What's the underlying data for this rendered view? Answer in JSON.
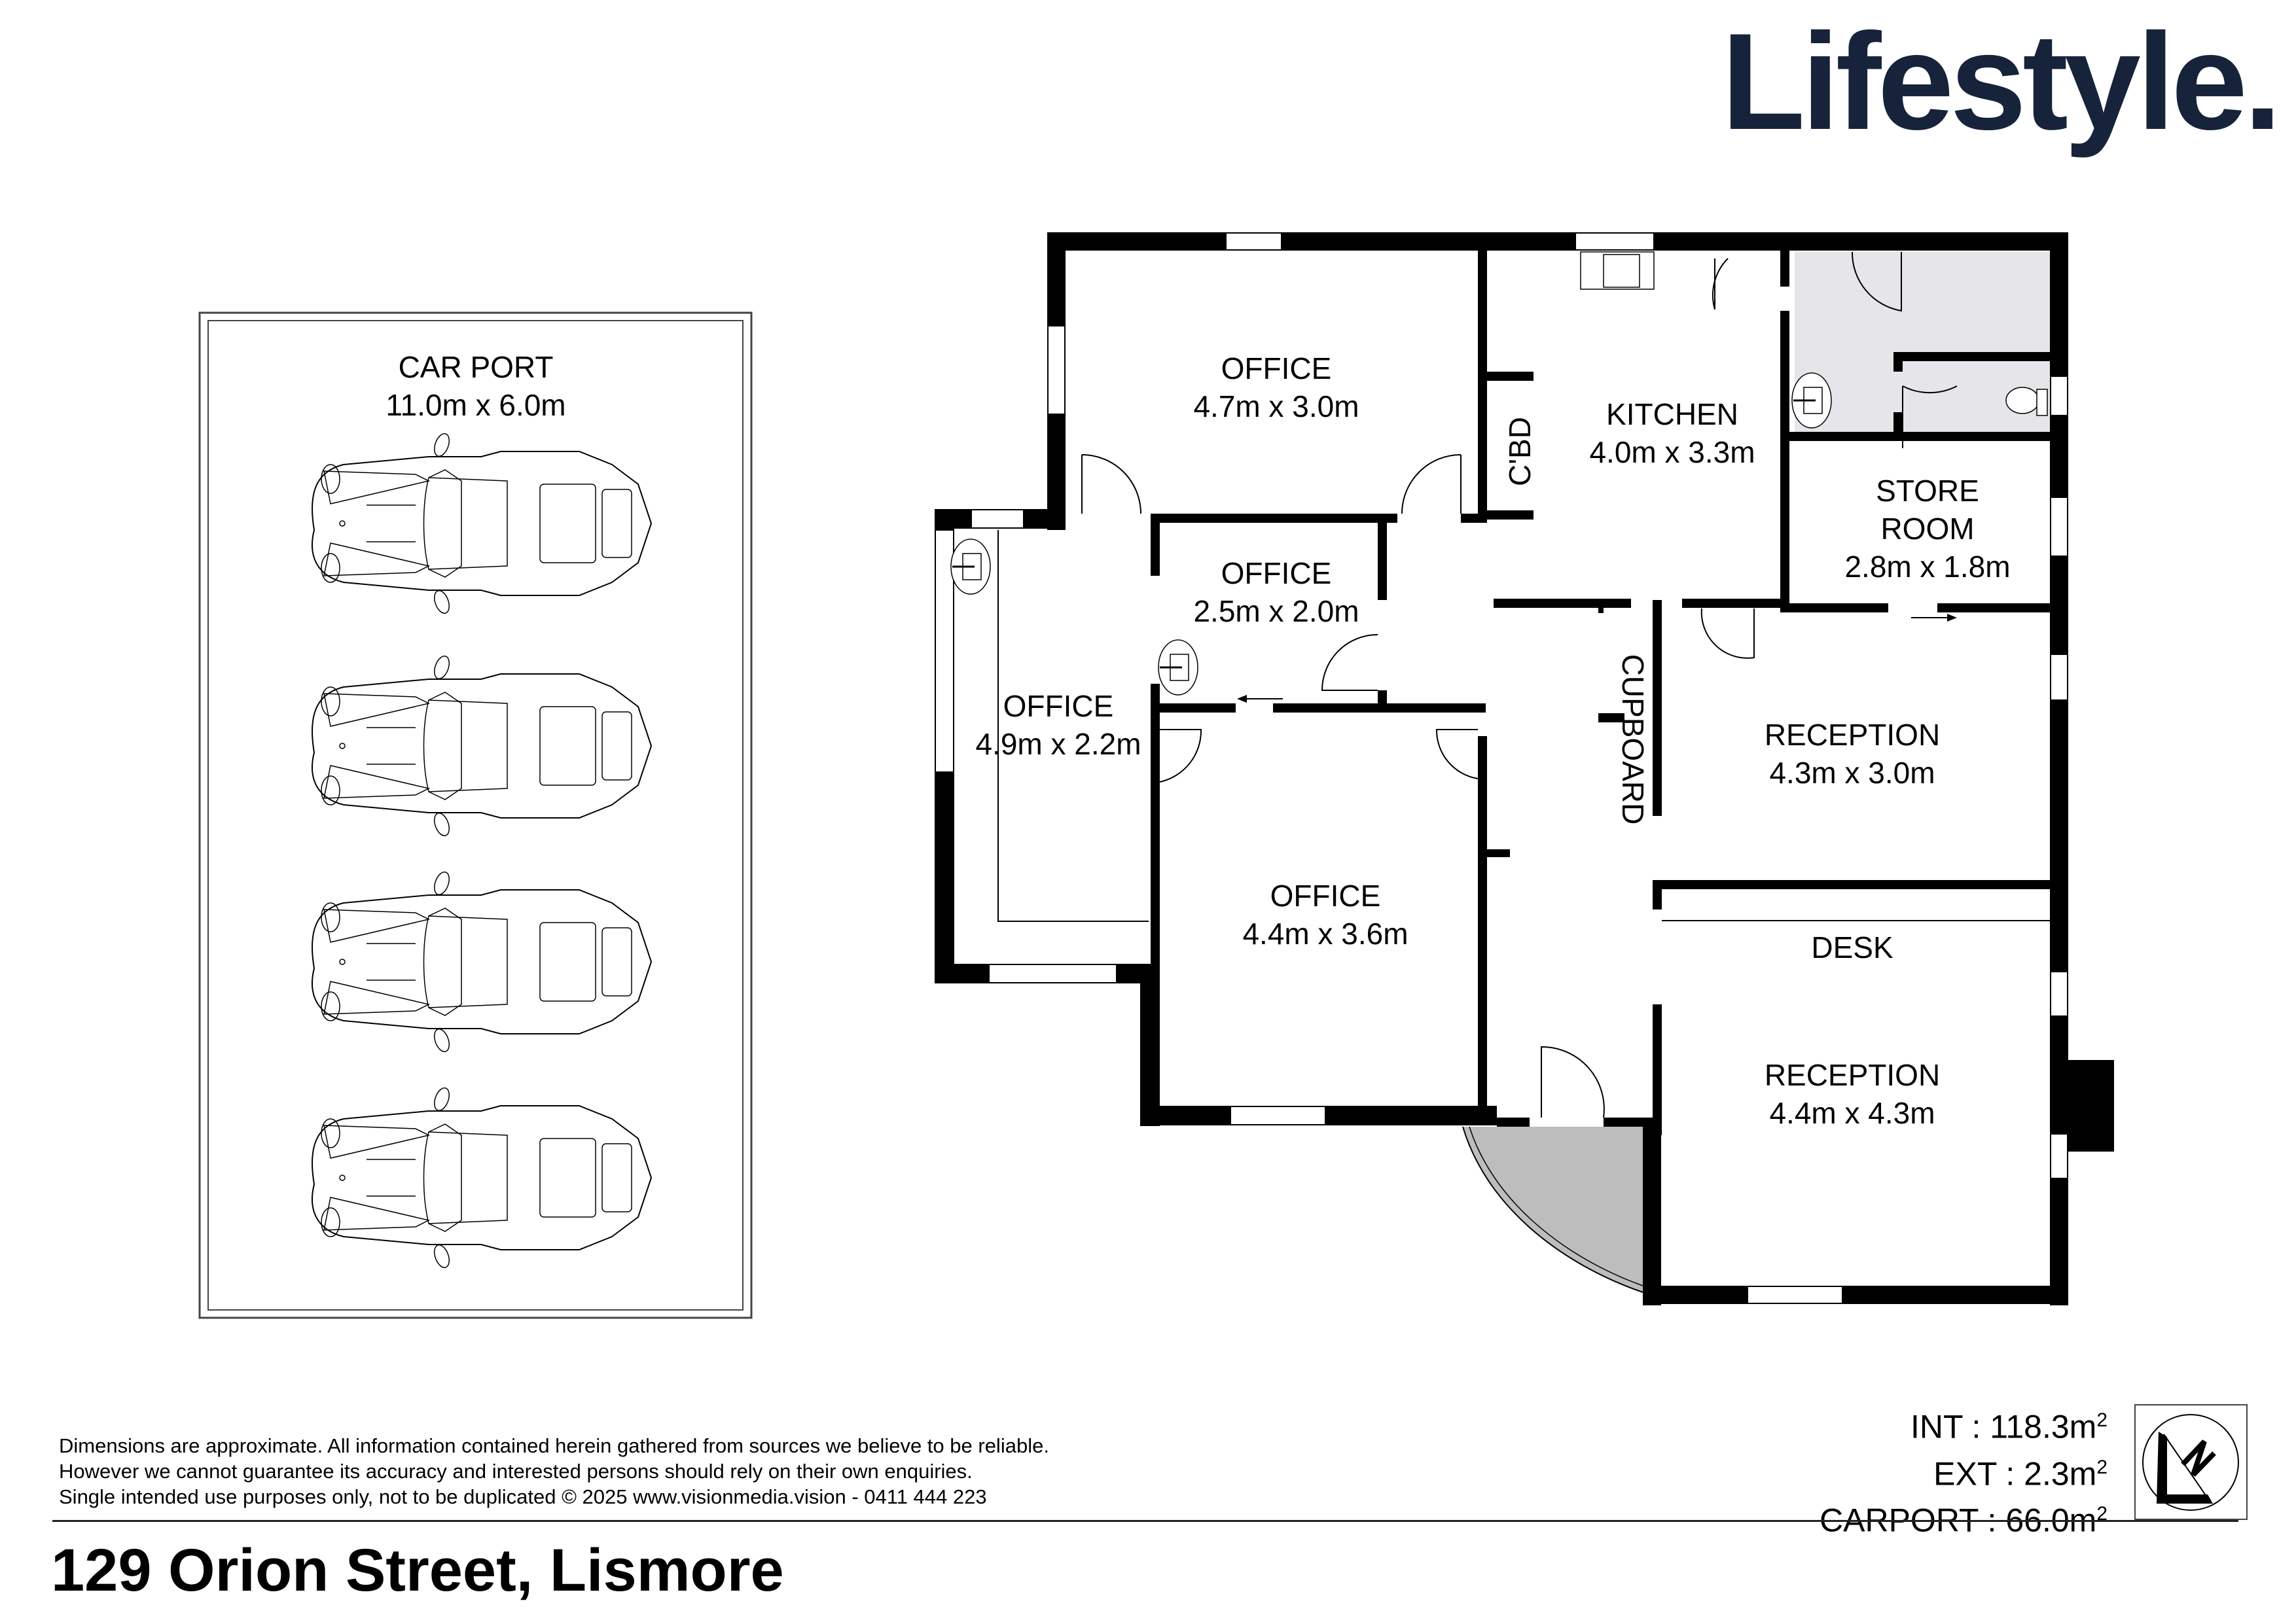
{
  "brand": {
    "logo_text": "Lifestyle.",
    "color": "#16233a"
  },
  "property": {
    "address": "129 Orion Street, Lismore"
  },
  "rooms": [
    {
      "name": "OFFICE",
      "dims": "4.7m x 3.0m"
    },
    {
      "name": "KITCHEN",
      "dims": "4.0m x 3.3m"
    },
    {
      "name": "STORE ROOM",
      "name_line1": "STORE",
      "name_line2": "ROOM",
      "dims": "2.8m x 1.8m"
    },
    {
      "name": "OFFICE",
      "dims": "2.5m x 2.0m"
    },
    {
      "name": "OFFICE",
      "dims": "4.9m x 2.2m"
    },
    {
      "name": "RECEPTION",
      "dims": "4.3m x 3.0m"
    },
    {
      "name": "OFFICE",
      "dims": "4.4m x 3.6m"
    },
    {
      "name": "RECEPTION",
      "dims": "4.4m x 4.3m"
    }
  ],
  "fixtures": {
    "cbd": "C'BD",
    "cupboard": "CUPBOARD",
    "desk": "DESK"
  },
  "carport": {
    "name": "CAR PORT",
    "dims": "11.0m x 6.0m",
    "car_count": 4
  },
  "areas": {
    "int_label": "INT : 118.3m",
    "int_value": "118.3",
    "ext_label": "EXT : 2.3m",
    "ext_value": "2.3",
    "carport_label": "CARPORT : 66.0m",
    "carport_value": "66.0",
    "unit_sup": "2"
  },
  "compass": {
    "icon": "north-arrow-icon",
    "letter": "N"
  },
  "disclaimer": {
    "line1": "Dimensions are approximate. All information contained herein gathered from sources we believe to be reliable.",
    "line2": "However we cannot guarantee its accuracy and interested persons should rely on their own enquiries.",
    "line3": "Single intended use purposes only, not to be duplicated © 2025 www.visionmedia.vision - 0411 444 223"
  },
  "colors": {
    "wall": "#000000",
    "wet_area": "#e6e6ea",
    "porch": "#bdbdbd"
  }
}
